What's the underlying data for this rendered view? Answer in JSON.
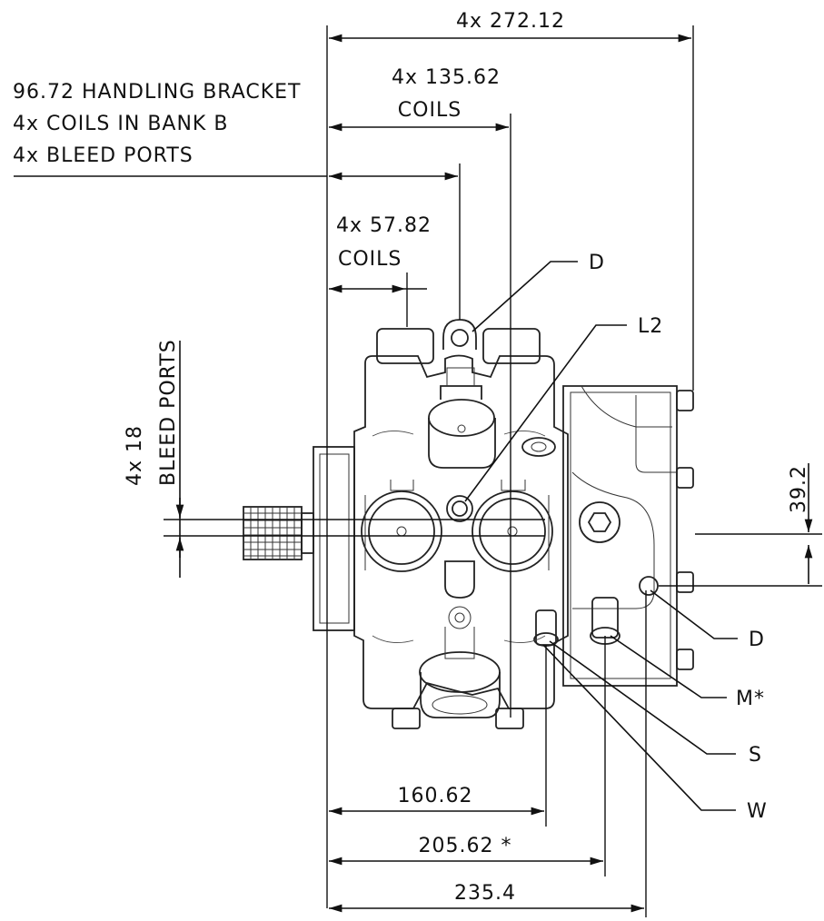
{
  "dimensions": {
    "overall": "4x 272.12",
    "coils_far_value": "4x 135.62",
    "coils_far_word": "COILS",
    "handling_line1": "96.72 HANDLING BRACKET",
    "handling_line2": "4x COILS IN BANK B",
    "handling_line3": "4x BLEED PORTS",
    "coils_near_value": "4x 57.82",
    "coils_near_word": "COILS",
    "bleed_value": "4x 18",
    "bleed_word": "BLEED PORTS",
    "right_vertical": "39.2",
    "bottom_1": "160.62",
    "bottom_2": "205.62 *",
    "bottom_3": "235.4"
  },
  "callouts": {
    "top_d": "D",
    "l2": "L2",
    "right_d": "D",
    "m": "M*",
    "s": "S",
    "w": "W"
  }
}
